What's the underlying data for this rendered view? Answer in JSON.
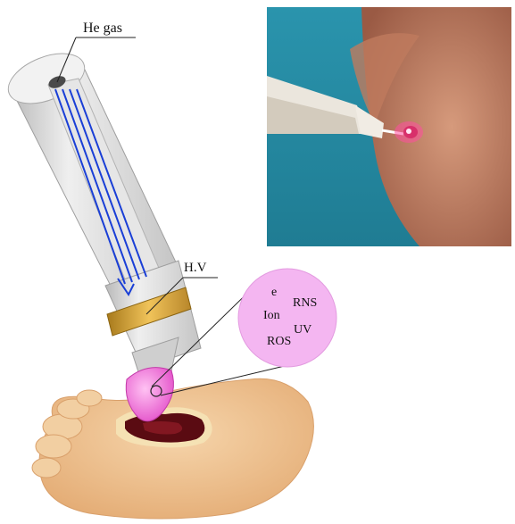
{
  "labels": {
    "he_gas": "He gas",
    "hv": "H.V"
  },
  "species": [
    "e",
    "Ion",
    "RNS",
    "UV",
    "ROS"
  ],
  "colors": {
    "device_body": "#d9d9d9",
    "gas_flow_lines": "#1a3fd6",
    "electrode_band": "#d9a43a",
    "plasma_plume": "#f25fcf",
    "species_bubble": "#f4b6f1",
    "foot_skin": "#f1c898",
    "wound": "#5a0b12",
    "photo_bg": "#2a8ea8",
    "photo_skin": "#c9866a"
  }
}
